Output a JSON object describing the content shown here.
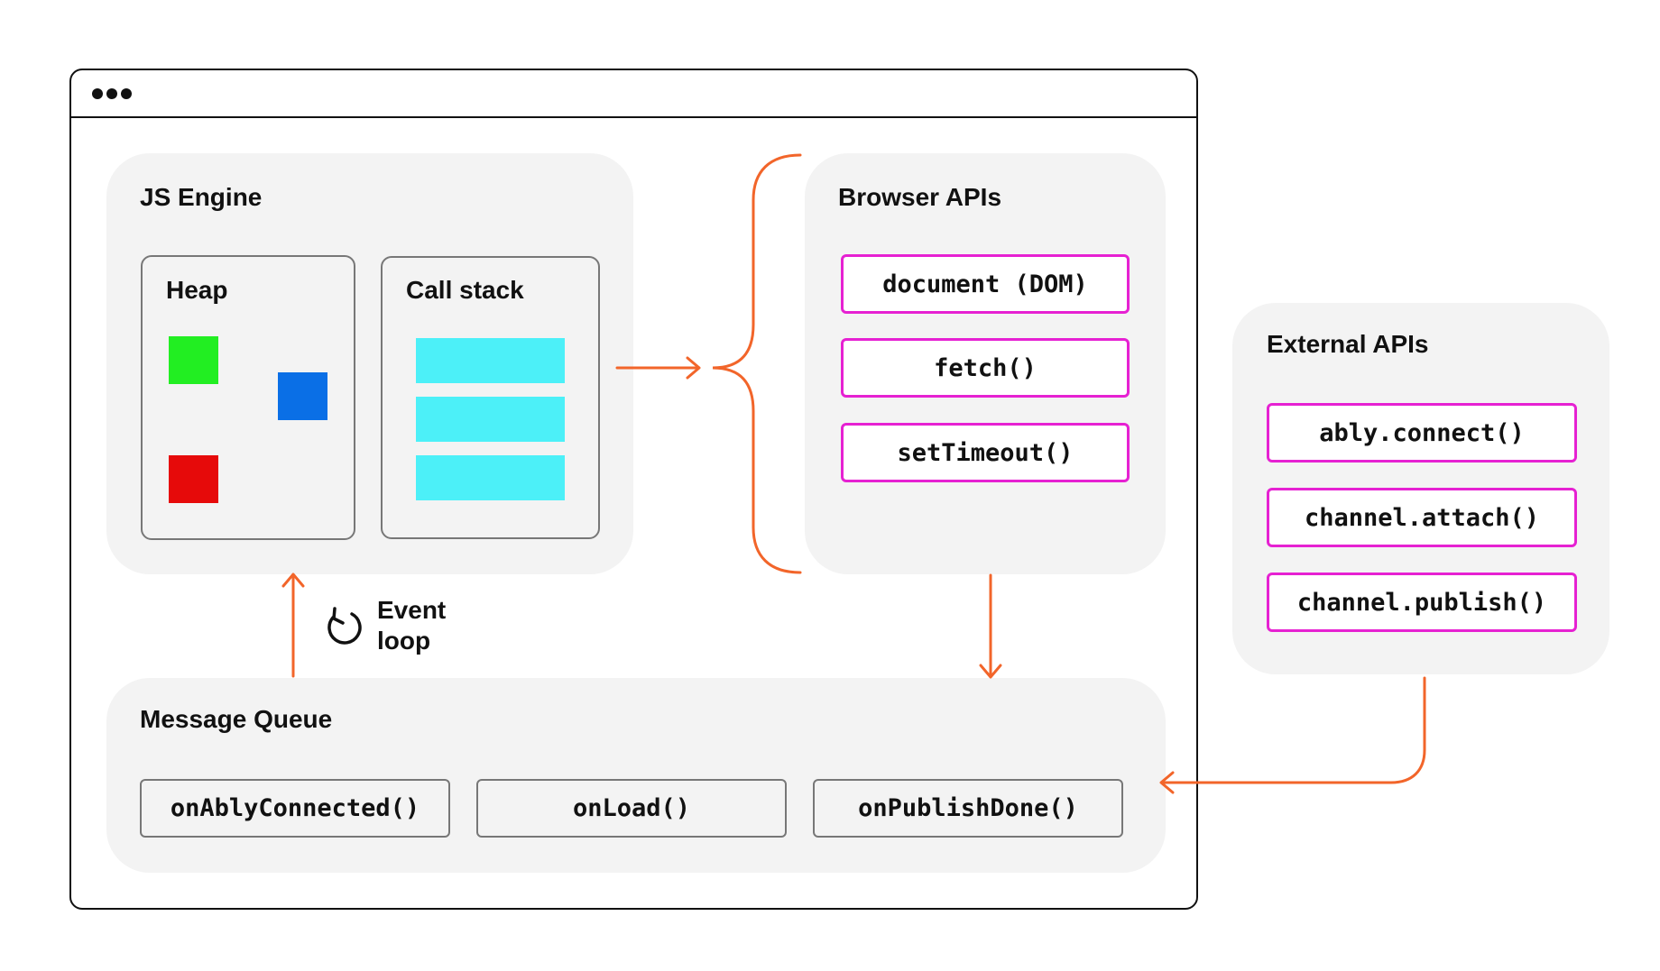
{
  "js_engine": {
    "title": "JS Engine",
    "heap": {
      "title": "Heap",
      "colors": [
        "#22ee22",
        "#0a6fe6",
        "#e60a0a"
      ]
    },
    "call_stack": {
      "title": "Call stack",
      "bar_color": "#4cf0f8"
    }
  },
  "browser_apis": {
    "title": "Browser APIs",
    "items": [
      "document (DOM)",
      "fetch()",
      "setTimeout()"
    ]
  },
  "external_apis": {
    "title": "External APIs",
    "items": [
      "ably.connect()",
      "channel.attach()",
      "channel.publish()"
    ]
  },
  "event_loop": {
    "label_line1": "Event",
    "label_line2": "loop",
    "icon": "refresh-icon"
  },
  "message_queue": {
    "title": "Message Queue",
    "items": [
      "onAblyConnected()",
      "onLoad()",
      "onPublishDone()"
    ]
  },
  "colors": {
    "arrow": "#f2652a",
    "api_border": "#e621d2",
    "panel": "#f3f3f3"
  }
}
